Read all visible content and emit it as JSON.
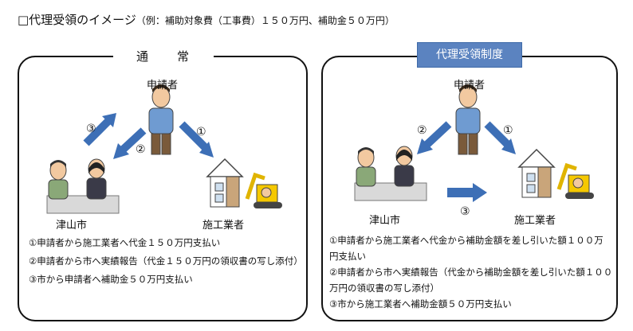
{
  "header": {
    "title": "□代理受領のイメージ",
    "subtitle": "（例：補助対象費（工事費）１５０万円、補助金５０万円）"
  },
  "left": {
    "title": "通　　常",
    "applicant": "申請者",
    "city": "津山市",
    "contractor": "施工業者",
    "step_labels": [
      "①",
      "②",
      "③"
    ],
    "notes": [
      "①申請者から施工業者へ代金１５０万円支払い",
      "②申請者から市へ実績報告（代金１５０万円の領収書の写し添付）",
      "③市から申請者へ補助金５０万円支払い"
    ]
  },
  "right": {
    "title": "代理受領制度",
    "applicant": "申請者",
    "city": "津山市",
    "contractor": "施工業者",
    "step_labels": [
      "①",
      "②",
      "③"
    ],
    "notes": [
      "①申請者から施工業者へ代金から補助金額を差し引いた額１００万",
      "円支払い",
      "②申請者から市へ実績報告（代金から補助金額を差し引いた額１００",
      "万円の領収書の写し添付）",
      "③市から施工業者へ補助金額５０万円支払い"
    ]
  },
  "colors": {
    "arrow": "#3d6fb6",
    "badge": "#5b83c0",
    "shirt": "#6f9bd1",
    "pants": "#7a5a3a"
  }
}
